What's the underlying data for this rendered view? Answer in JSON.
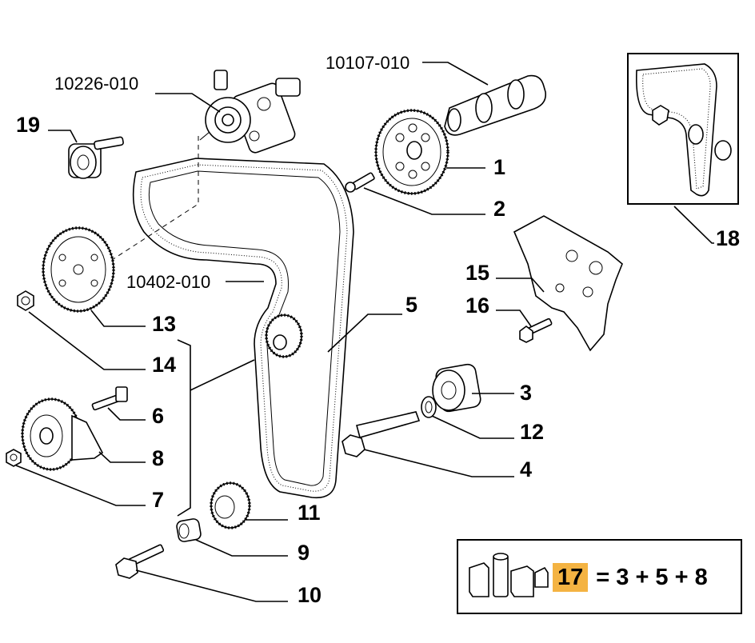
{
  "labels": {
    "pump_ref": "10226-010",
    "camshaft_ref": "10107-010",
    "crank_ref": "10402-010",
    "p19": "19",
    "p1": "1",
    "p2": "2",
    "p18": "18",
    "p15": "15",
    "p16": "16",
    "p5": "5",
    "p13": "13",
    "p14": "14",
    "p6": "6",
    "p8": "8",
    "p7": "7",
    "p3": "3",
    "p12": "12",
    "p4": "4",
    "p11": "11",
    "p9": "9",
    "p10": "10"
  },
  "kit": {
    "number": "17",
    "formula": "= 3 + 5 + 8",
    "highlight_color": "#f4b342"
  }
}
